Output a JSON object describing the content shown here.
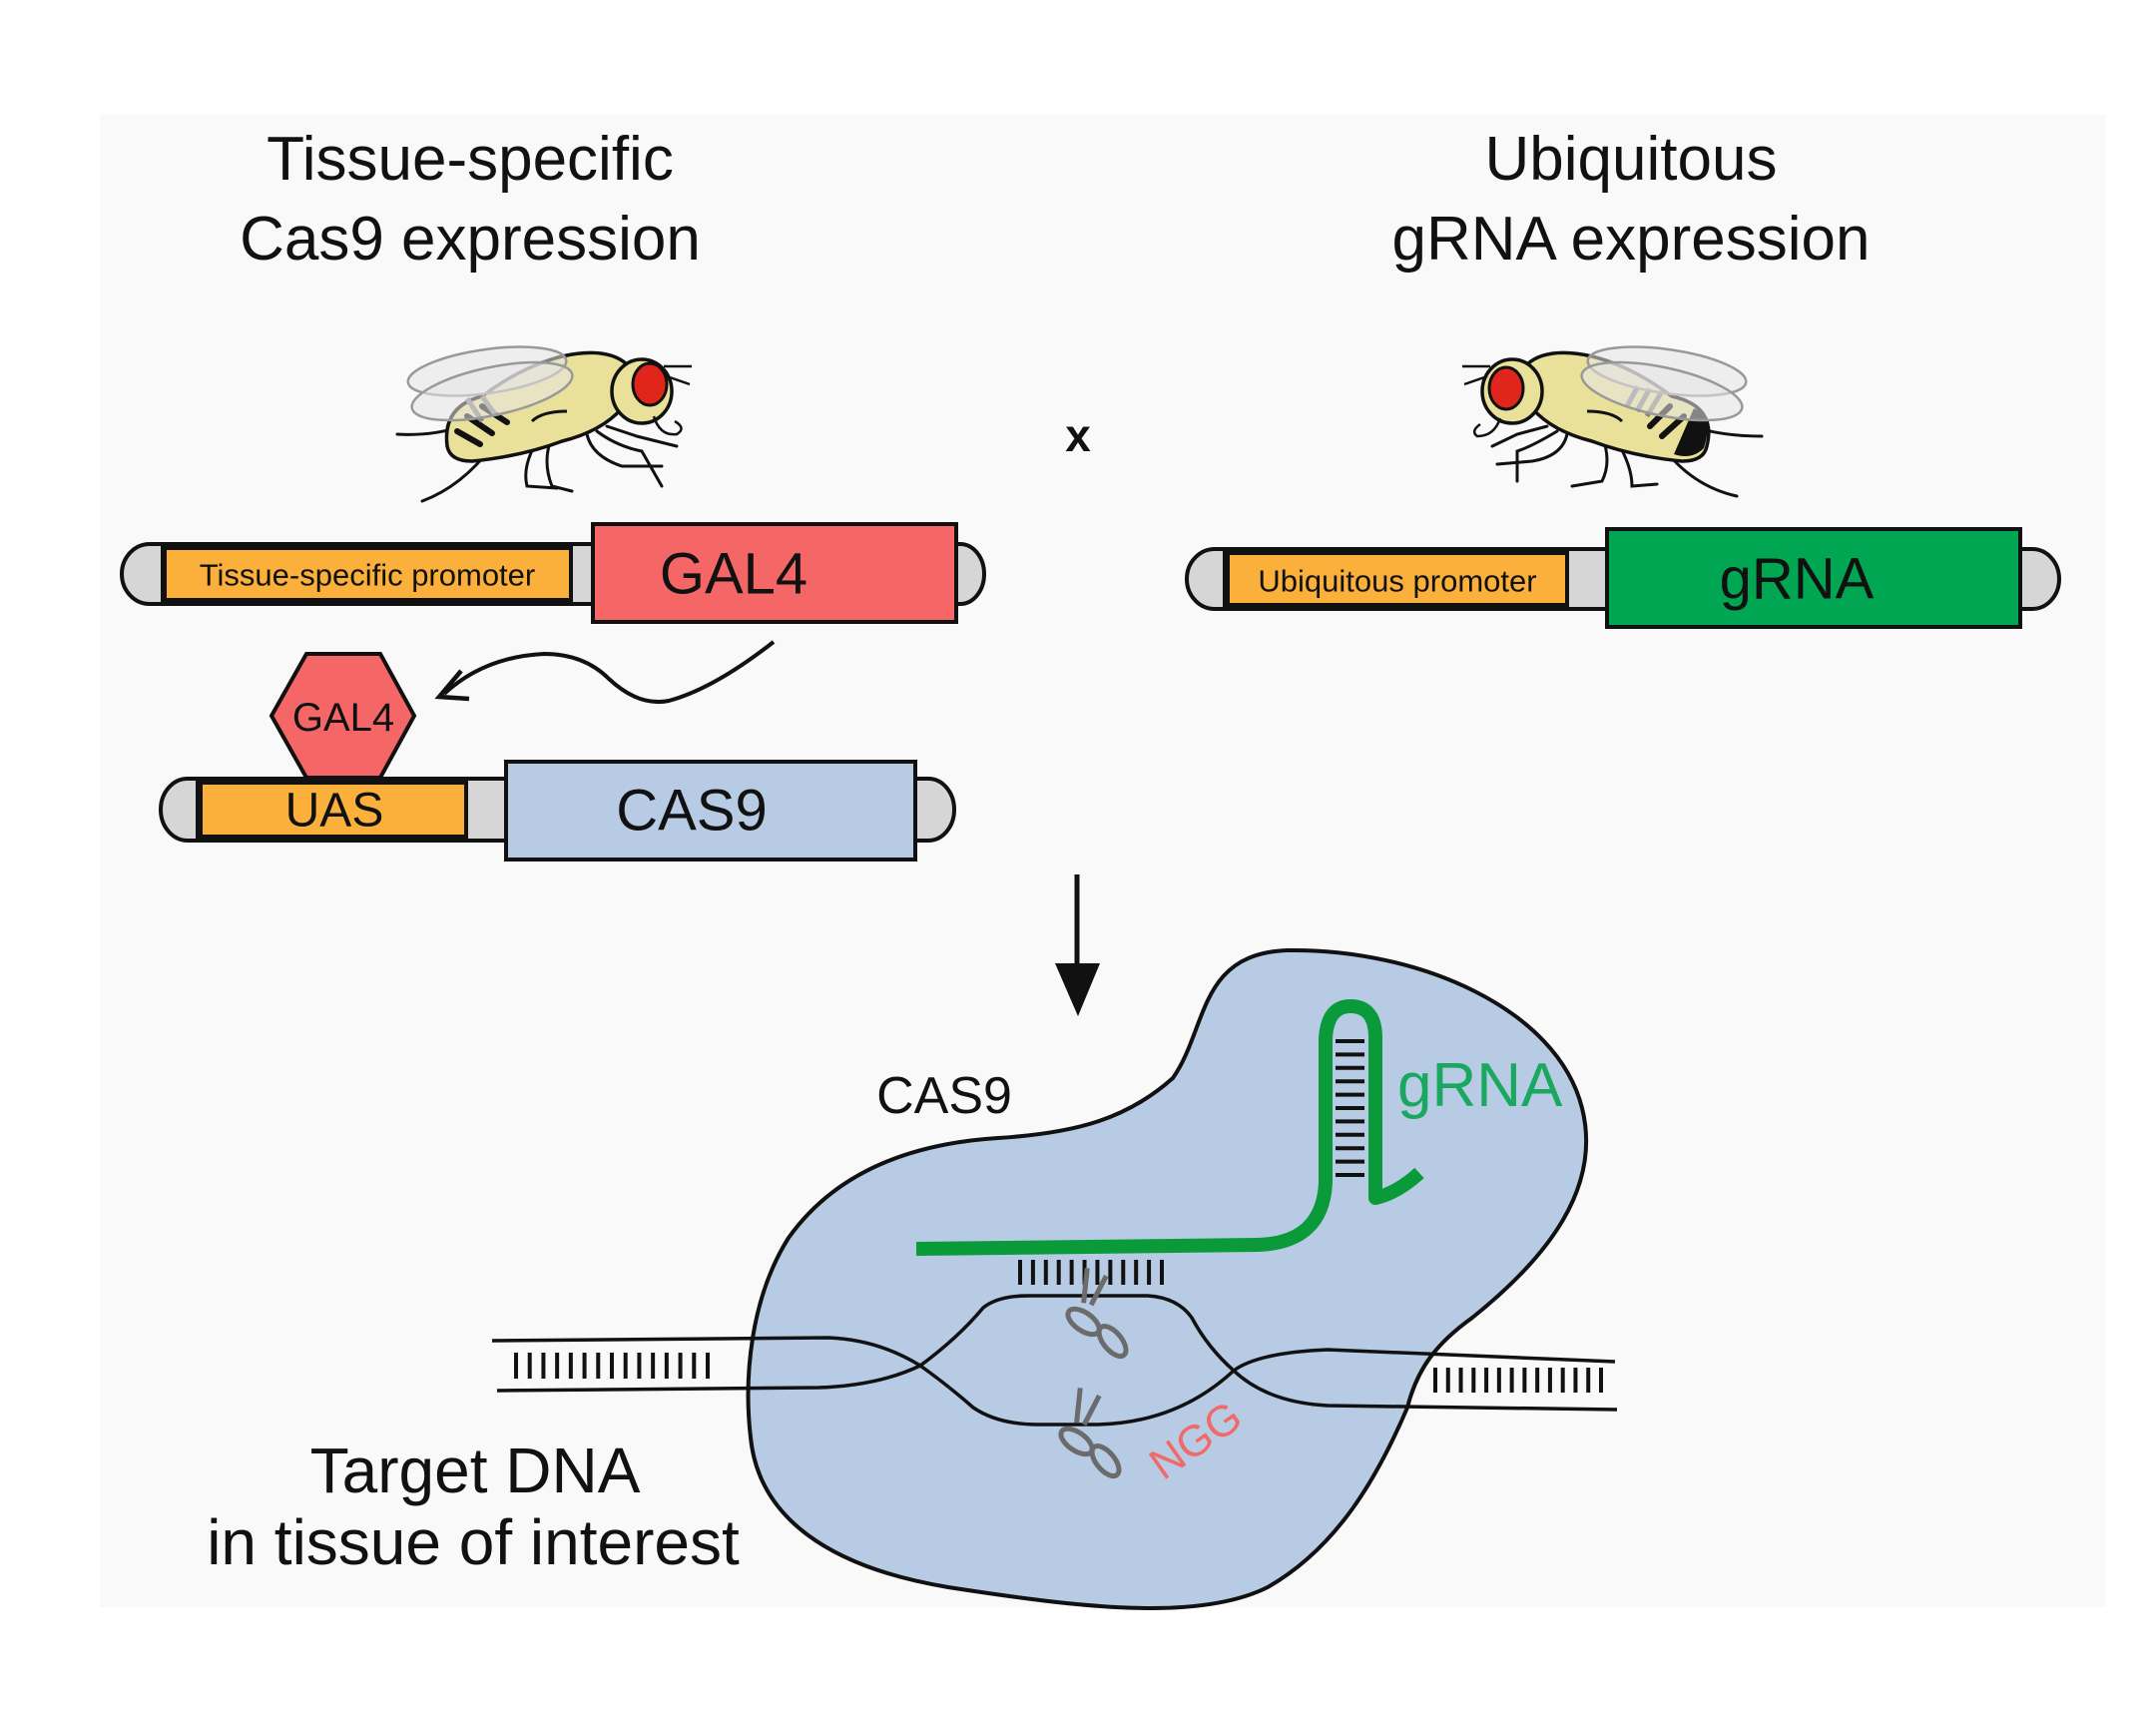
{
  "figure": {
    "left_column": {
      "title_line1": "Tissue-specific",
      "title_line2": "Cas9 expression",
      "fly": "female-fly-icon"
    },
    "right_column": {
      "title_line1": "Ubiquitous",
      "title_line2": "gRNA expression",
      "fly": "male-fly-icon"
    },
    "cross_symbol": "x",
    "constructs": {
      "driver": {
        "promoter_label": "Tissue-specific promoter",
        "gene_label": "GAL4"
      },
      "responder": {
        "protein_label": "GAL4",
        "promoter_label": "UAS",
        "gene_label": "CAS9"
      },
      "guide": {
        "promoter_label": "Ubiquitous promoter",
        "gene_label": "gRNA"
      }
    },
    "complex": {
      "protein_label": "CAS9",
      "guide_label": "gRNA",
      "pam_label": "NGG",
      "target_label_line1": "Target DNA",
      "target_label_line2": "in tissue of interest",
      "cut_icon": "scissors-icon"
    },
    "colors": {
      "promoter": "#fbb03b",
      "gal4": "#f46766",
      "cas9": "#b7cce4",
      "grna_box": "#00a651",
      "grna_strand": "#0a9a3a",
      "grna_text": "#1aa860",
      "backbone": "#d6d6d6",
      "pam_text": "#f06a6a",
      "scissors": "#6b6b6b",
      "fly_body": "#e9e19a",
      "fly_eye": "#e0261b",
      "panel_bg": "#f9f9f9"
    }
  }
}
